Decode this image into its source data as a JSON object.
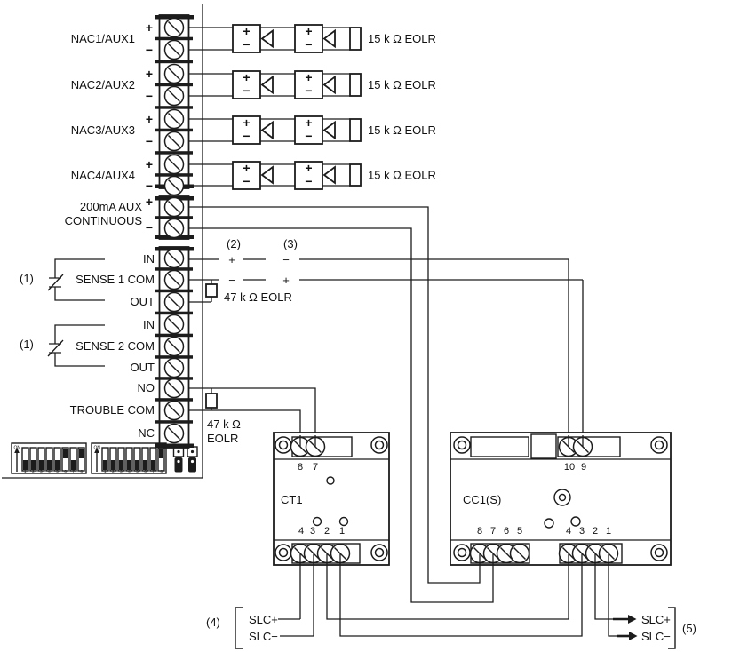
{
  "sym": {
    "plus": "+",
    "minus": "−"
  },
  "panel": {
    "nac": [
      {
        "label": "NAC1/AUX1",
        "eolr": "15 k Ω EOLR"
      },
      {
        "label": "NAC2/AUX2",
        "eolr": "15 k Ω EOLR"
      },
      {
        "label": "NAC3/AUX3",
        "eolr": "15 k Ω EOLR"
      },
      {
        "label": "NAC4/AUX4",
        "eolr": "15 k Ω EOLR"
      }
    ],
    "aux": {
      "label_line1": "200mA AUX",
      "label_line2": "CONTINUOUS"
    },
    "sense1": {
      "note": "(1)",
      "in": "IN",
      "com": "SENSE 1 COM",
      "out": "OUT",
      "eolr": "47 k Ω EOLR"
    },
    "sense2": {
      "note": "(1)",
      "in": "IN",
      "com": "SENSE 2 COM",
      "out": "OUT"
    },
    "trouble": {
      "no": "NO",
      "com": "TROUBLE COM",
      "nc": "NC",
      "eolr_line1": "47 k Ω",
      "eolr_line2": "EOLR"
    },
    "polarity": {
      "note2": "(2)",
      "note3": "(3)"
    },
    "dip": {
      "on": "ON",
      "numbers": "1 2 3 4 5 6 7 8"
    }
  },
  "modules": {
    "ct1": {
      "name": "CT1",
      "top": [
        "8",
        "7"
      ],
      "bottom": [
        "4",
        "3",
        "2",
        "1"
      ]
    },
    "cc1": {
      "name": "CC1(S)",
      "top": [
        "10",
        "9"
      ],
      "bottom_left": [
        "8",
        "7",
        "6",
        "5"
      ],
      "bottom_right": [
        "4",
        "3",
        "2",
        "1"
      ]
    }
  },
  "slc": {
    "left": {
      "note": "(4)",
      "plus": "SLC+",
      "minus": "SLC−"
    },
    "right": {
      "note": "(5)",
      "plus": "SLC+",
      "minus": "SLC−"
    }
  }
}
